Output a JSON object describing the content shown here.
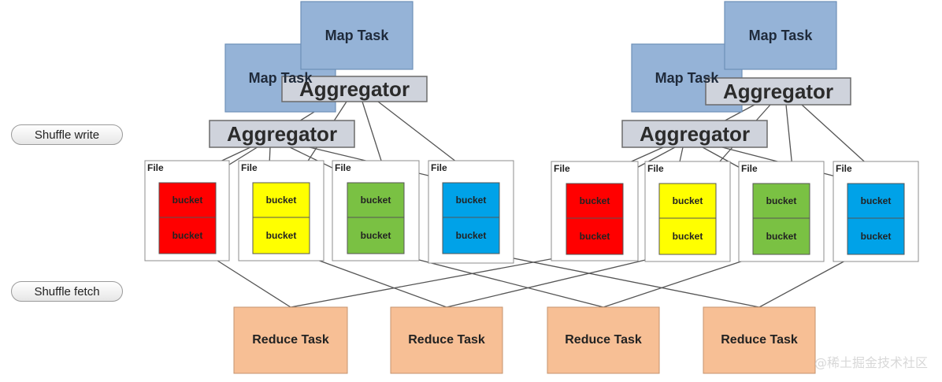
{
  "stage_labels": {
    "shuffle_write": "Shuffle write",
    "shuffle_fetch": "Shuffle fetch"
  },
  "map_task_label": "Map Task",
  "aggregator_label": "Aggregator",
  "file_label": "File",
  "bucket_label": "bucket",
  "reduce_task_label": "Reduce Task",
  "watermark": "@稀土掘金技术社区",
  "colors": {
    "map_task_fill": "#95b3d7",
    "aggregator_fill": "#cfd3dc",
    "reduce_fill": "#f7bf95",
    "bucket_colors": [
      "#ff0000",
      "#ffff00",
      "#7ac143",
      "#00a2e8"
    ]
  }
}
